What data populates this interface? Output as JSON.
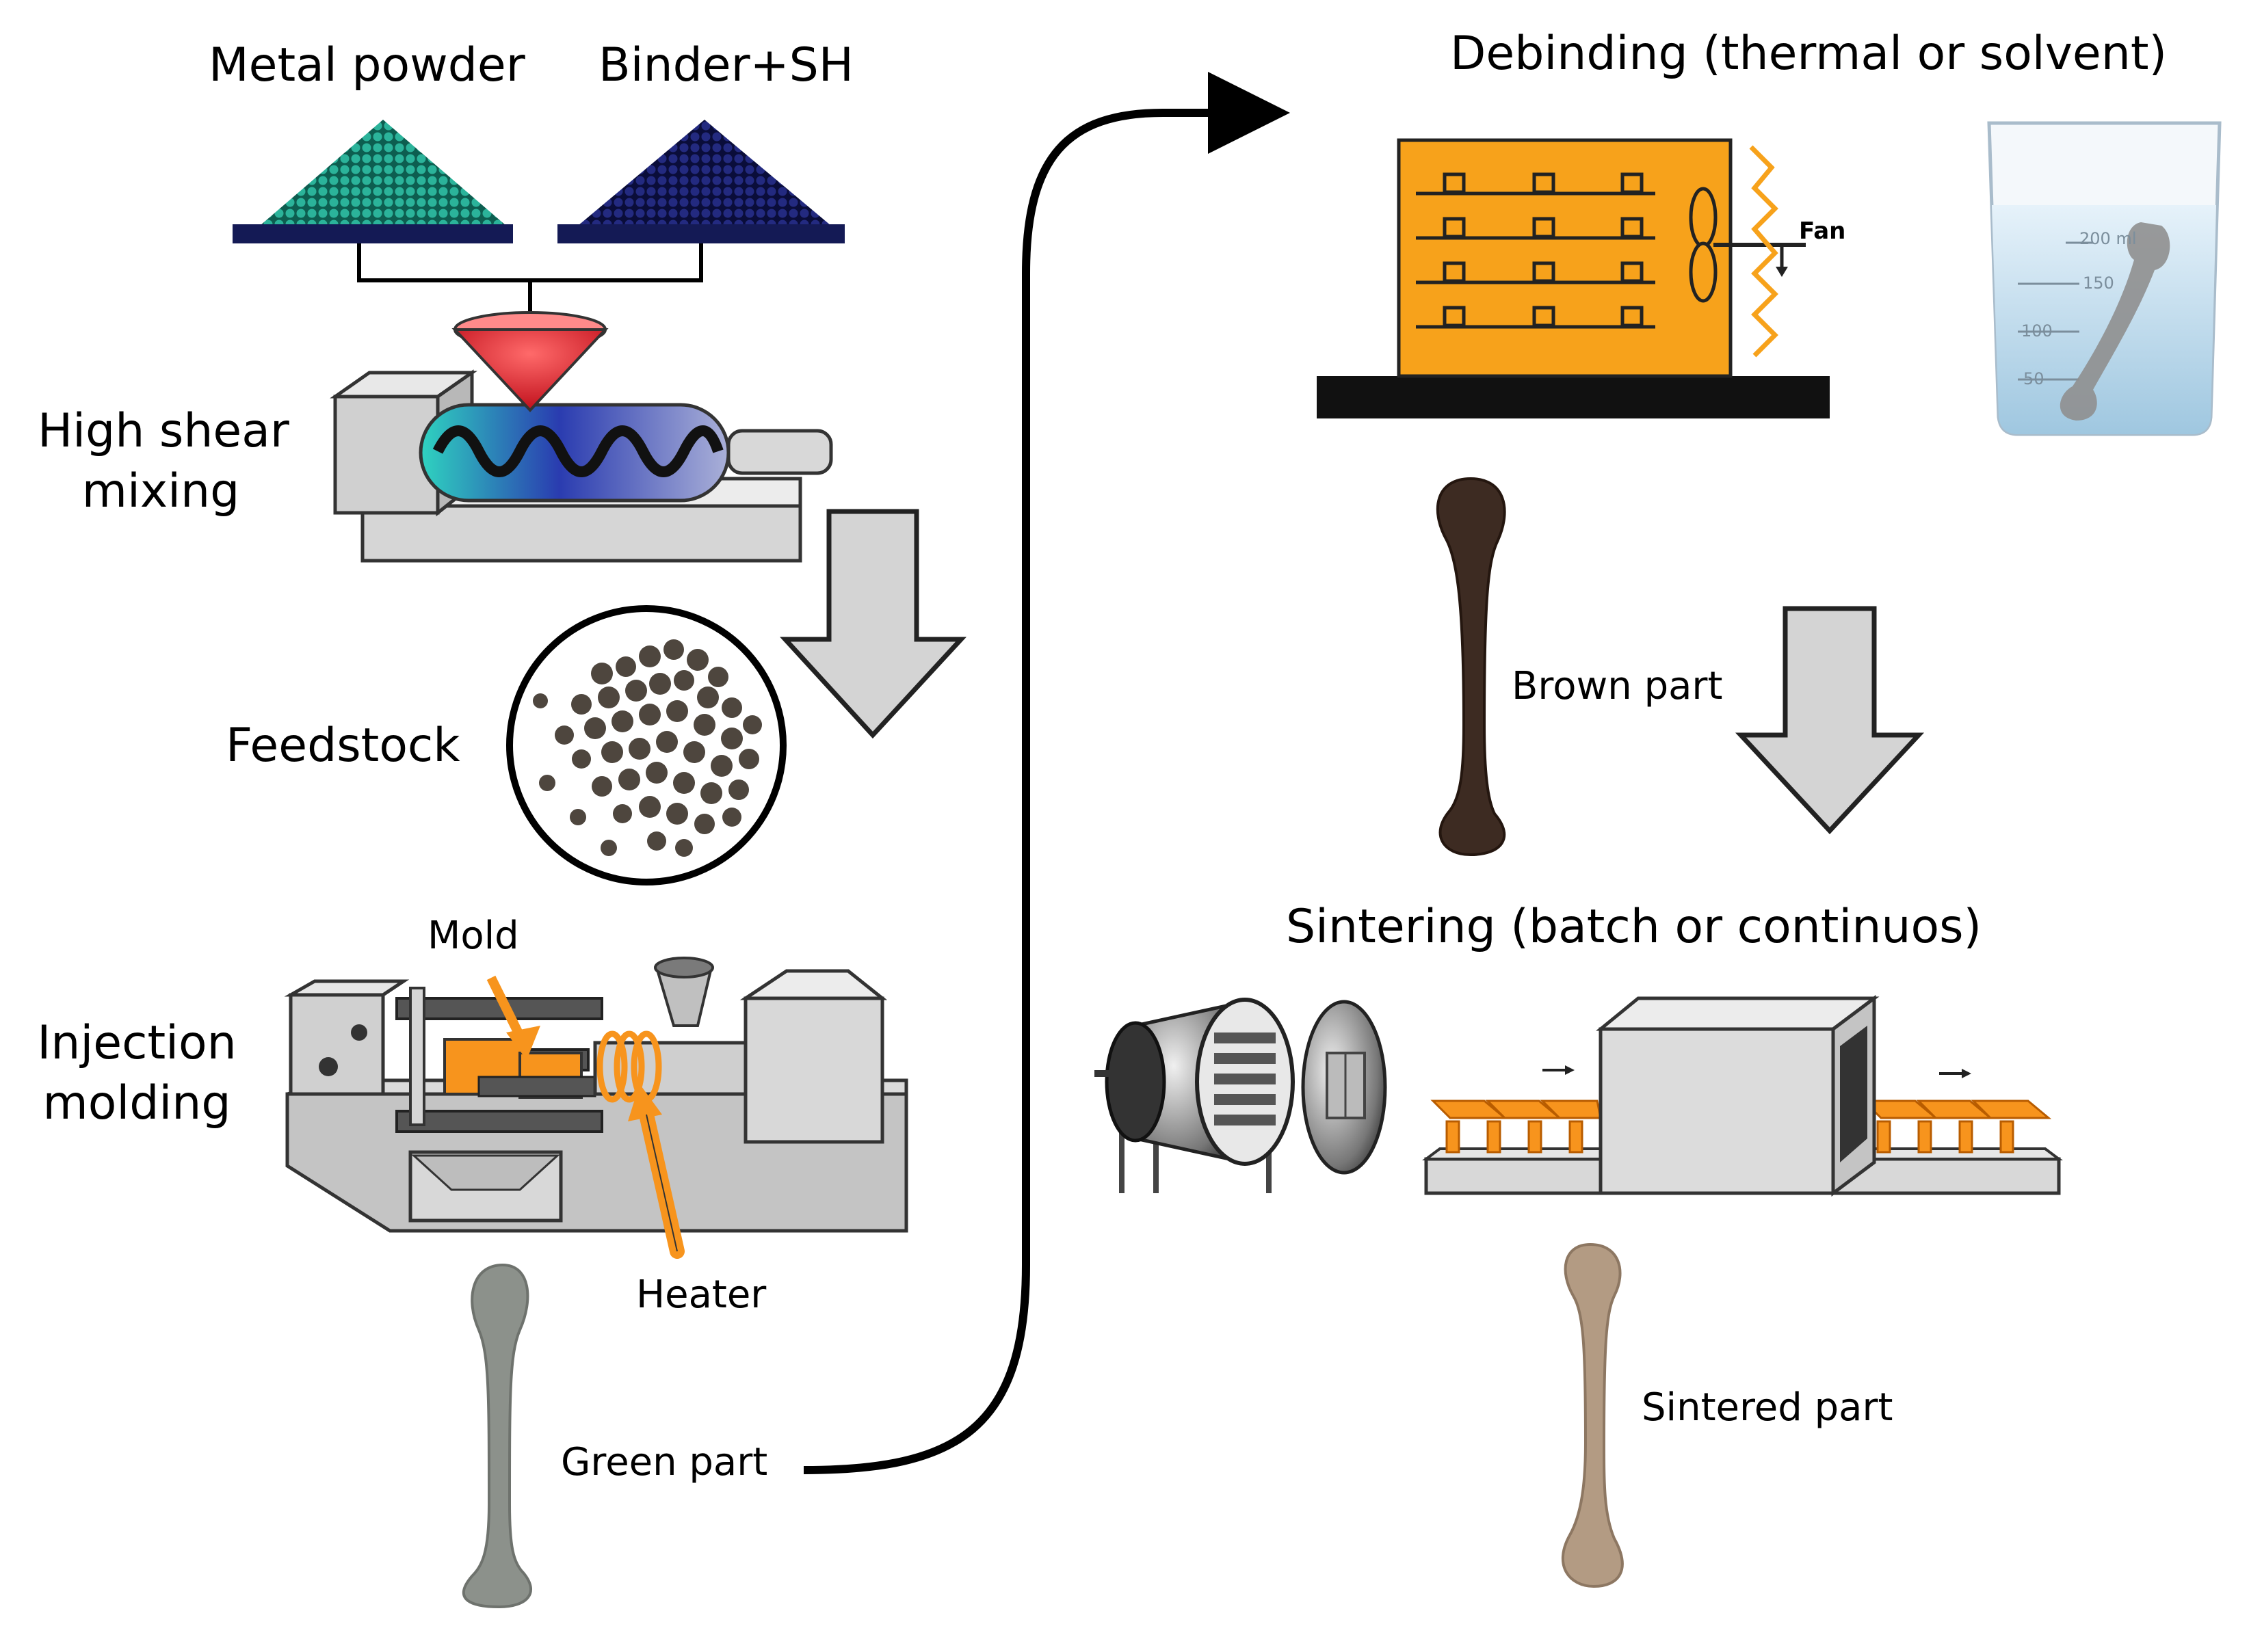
{
  "labels": {
    "metal_powder": "Metal powder",
    "binder_sh": "Binder+SH",
    "high_shear_mixing_line1": "High shear",
    "high_shear_mixing_line2": "mixing",
    "feedstock": "Feedstock",
    "mold": "Mold",
    "injection_molding_line1": "Injection",
    "injection_molding_line2": "molding",
    "heater": "Heater",
    "green_part": "Green part",
    "debinding": "Debinding (thermal or solvent)",
    "fan": "Fan",
    "brown_part": "Brown part",
    "sintering": "Sintering (batch or continuos)",
    "sintered_part": "Sintered part",
    "beaker_marks": [
      "200 ml",
      "150",
      "100",
      "50"
    ]
  },
  "colors": {
    "metal_powder": "#1a8f7a",
    "binder": "#1a1f6b",
    "funnel": "#e0202e",
    "orange": "#f7941d",
    "machine_gray": "#c8c8c8",
    "arrow_gray": "#d0d0d0",
    "green_part": "#8a908a",
    "brown_part": "#3b2a22",
    "sintered_part": "#b29a83"
  }
}
